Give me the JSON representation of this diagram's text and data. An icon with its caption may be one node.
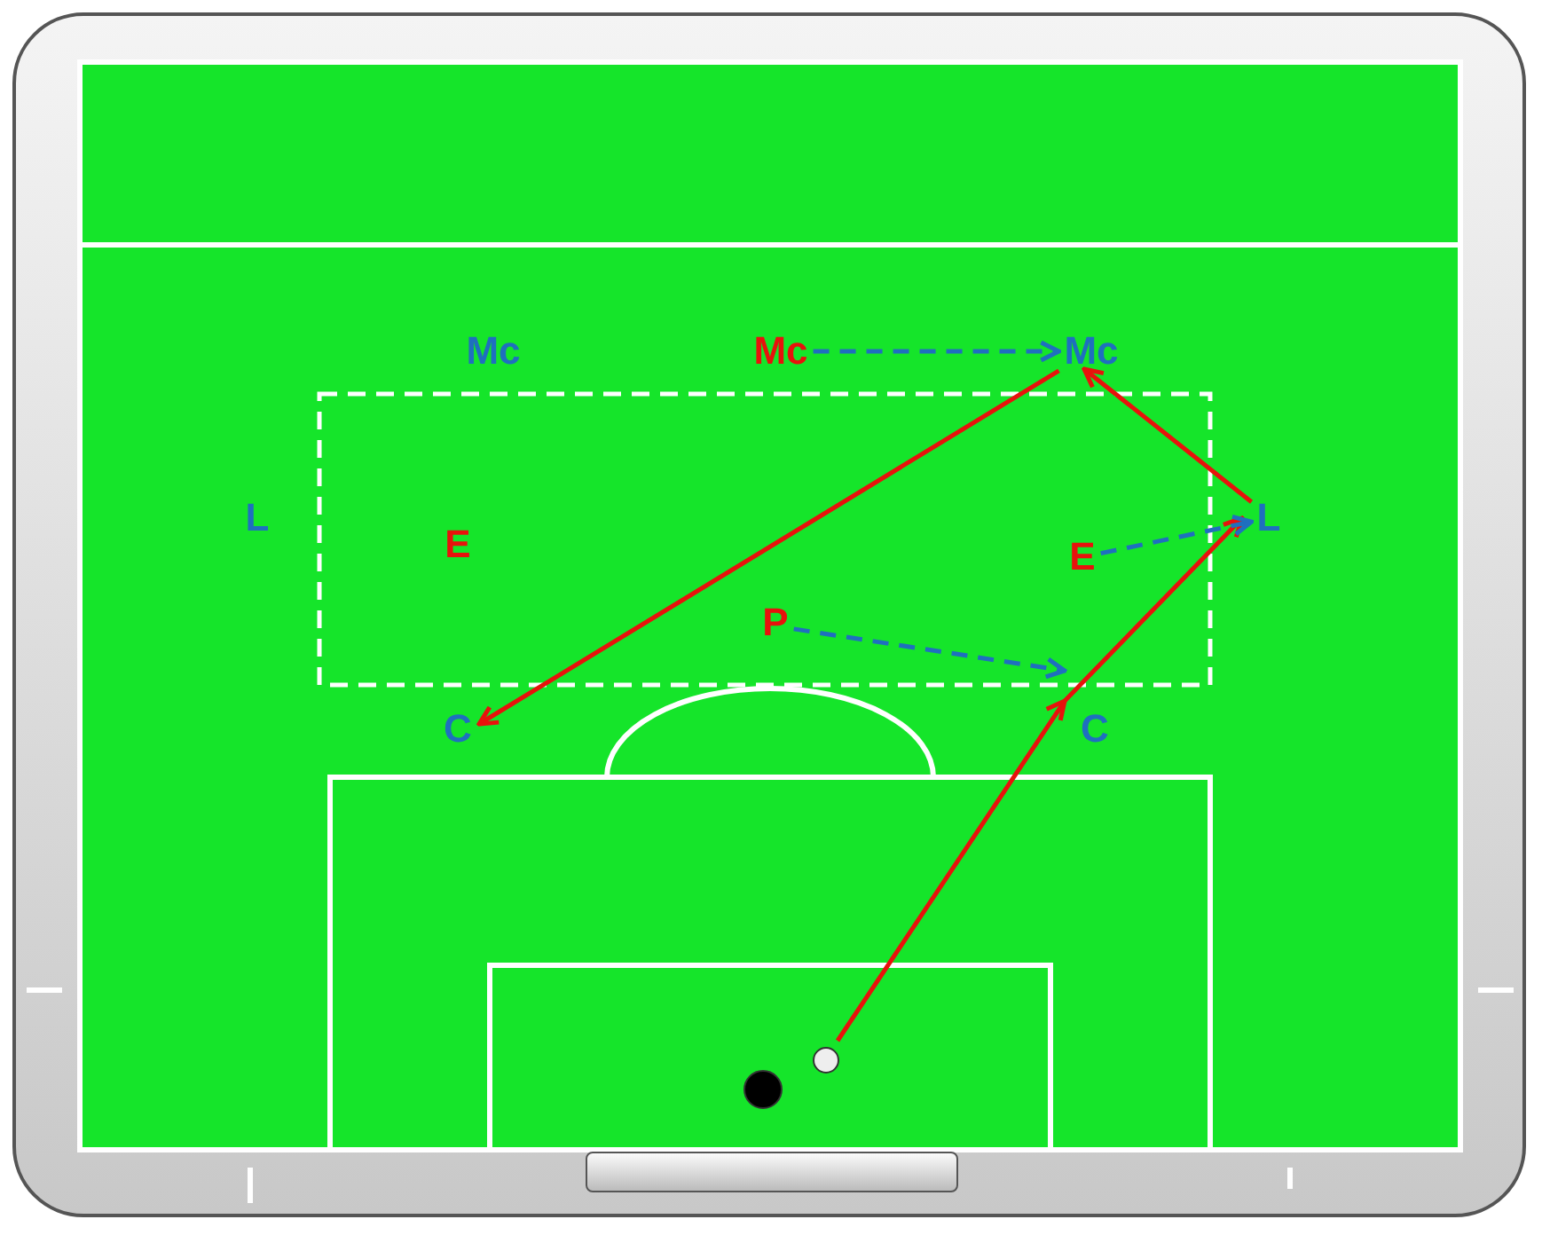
{
  "diagram": {
    "nodes": [
      {
        "text": [
          "Mc"
        ]
      },
      {
        "text": [
          "Mc"
        ]
      },
      {
        "text": [
          "Mc"
        ]
      },
      {
        "text": [
          "L"
        ]
      },
      {
        "text": [
          "E"
        ]
      },
      {
        "text": [
          "L"
        ]
      },
      {
        "text": [
          "E"
        ]
      },
      {
        "text": [
          "P"
        ]
      },
      {
        "text": [
          "C"
        ]
      },
      {
        "text": [
          "C"
        ]
      },
      {
        "text": [],
        "shape": "circle"
      },
      {
        "text": [],
        "shape": "circle"
      }
    ],
    "edges": [
      {
        "from": 10,
        "to": 5,
        "arrow": "to"
      },
      {
        "from": 5,
        "to": 2,
        "arrow": "to"
      },
      {
        "from": 2,
        "to": 8,
        "arrow": "to"
      },
      {
        "from": 1,
        "to": 2,
        "arrow": "to",
        "style": "dashed",
        "color": "#1f6fbf"
      },
      {
        "from": 6,
        "to": 5,
        "arrow": "to",
        "style": "dashed",
        "color": "#1f6fbf"
      },
      {
        "from": 7,
        "to": 9,
        "arrow": "to",
        "style": "dashed",
        "color": "#1f6fbf"
      }
    ]
  }
}
